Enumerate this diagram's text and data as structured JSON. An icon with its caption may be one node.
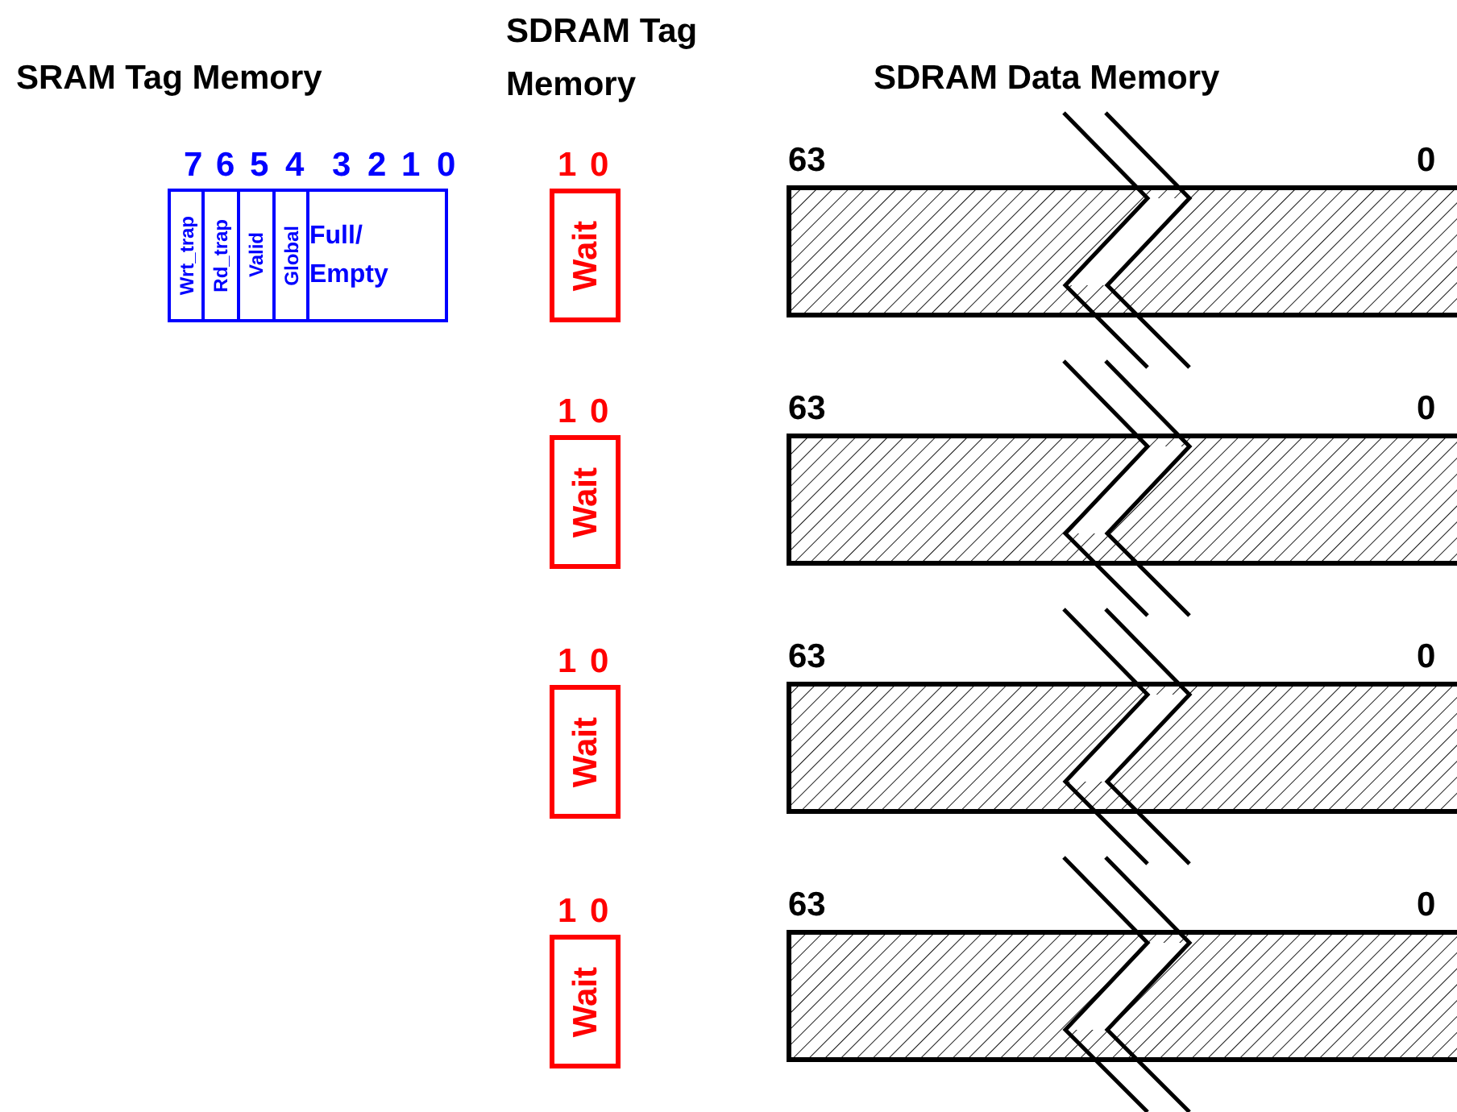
{
  "diagram": {
    "nodes": [
      {
        "text": [
          "Wrt_trap"
        ],
        "beside": [
          "7"
        ]
      },
      {
        "text": [
          "Rd_trap"
        ],
        "beside": [
          "6"
        ]
      },
      {
        "text": [
          "Valid"
        ],
        "beside": [
          "5"
        ]
      },
      {
        "text": [
          "Global"
        ],
        "beside": [
          "4"
        ]
      },
      {
        "text": [
          "Full/ Empty"
        ],
        "beside": [
          "3",
          "2",
          "1",
          "0"
        ]
      },
      {
        "text": [
          "Wait"
        ],
        "beside": [
          "1",
          "0"
        ]
      },
      {
        "text": [
          "Wait"
        ],
        "beside": [
          "1",
          "0"
        ]
      },
      {
        "text": [
          "Wait"
        ],
        "beside": [
          "1",
          "0"
        ]
      },
      {
        "text": [
          "Wait"
        ],
        "beside": [
          "1",
          "0"
        ]
      },
      {
        "text": [],
        "shape": "bar",
        "beside": [
          "63",
          "0"
        ]
      },
      {
        "text": [],
        "shape": "bar",
        "beside": [
          "63",
          "0"
        ]
      },
      {
        "text": [],
        "shape": "bar",
        "beside": [
          "63",
          "0"
        ]
      },
      {
        "text": [],
        "shape": "bar",
        "beside": [
          "63",
          "0"
        ]
      }
    ],
    "edges": [],
    "labels": [
      "SRAM Tag Memory",
      "SDRAM Tag Memory",
      "SDRAM Data Memory"
    ]
  }
}
